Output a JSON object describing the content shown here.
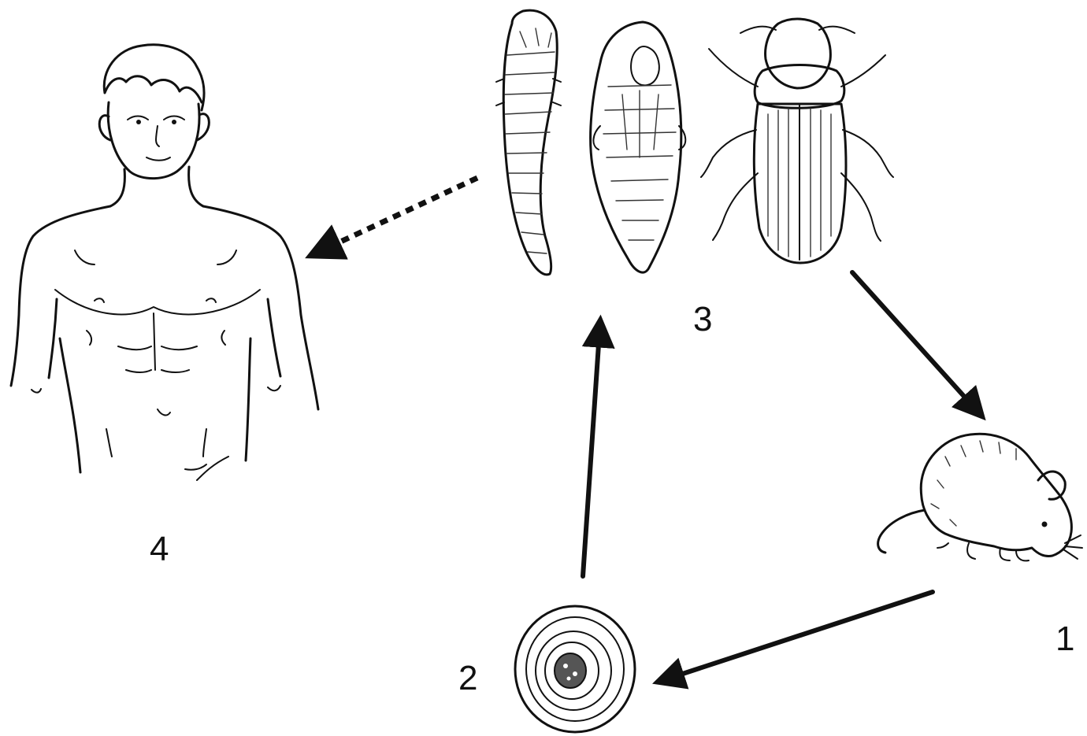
{
  "diagram": {
    "labels": {
      "rat": "1",
      "egg": "2",
      "insects": "3",
      "human": "4"
    },
    "stroke_color": "#111111",
    "background_color": "#ffffff",
    "arrows": [
      {
        "from": "insects",
        "to": "rat",
        "style": "solid"
      },
      {
        "from": "rat",
        "to": "egg",
        "style": "solid"
      },
      {
        "from": "egg",
        "to": "insects",
        "style": "solid"
      },
      {
        "from": "insects",
        "to": "human",
        "style": "dotted"
      }
    ]
  }
}
